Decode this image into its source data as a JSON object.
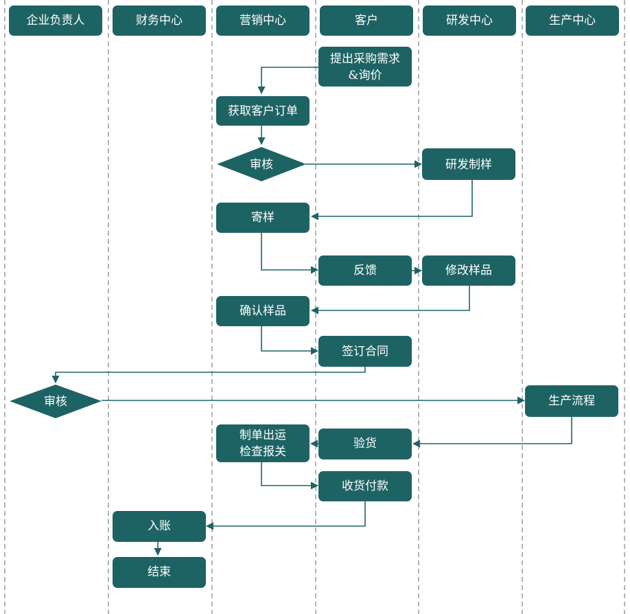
{
  "lanes": [
    "企业负责人",
    "财务中心",
    "营销中心",
    "客户",
    "研发中心",
    "生产中心"
  ],
  "nodes": {
    "request": [
      "提出采购需求",
      "&询价"
    ],
    "get_order": "获取客户订单",
    "review1": "审核",
    "rd_sample": "研发制样",
    "send_sample": "寄样",
    "feedback": "反馈",
    "modify": "修改样品",
    "confirm": "确认样品",
    "contract": "签订合同",
    "review2": "审核",
    "production": "生产流程",
    "docs": [
      "制单出运",
      "检查报关"
    ],
    "inspect": "验货",
    "pay": "收货付款",
    "account": "入账",
    "end": "结束"
  },
  "colors": {
    "node_fill": "#1e6364",
    "node_text": "#ffffff",
    "lane_line": "#8a8a8a"
  }
}
